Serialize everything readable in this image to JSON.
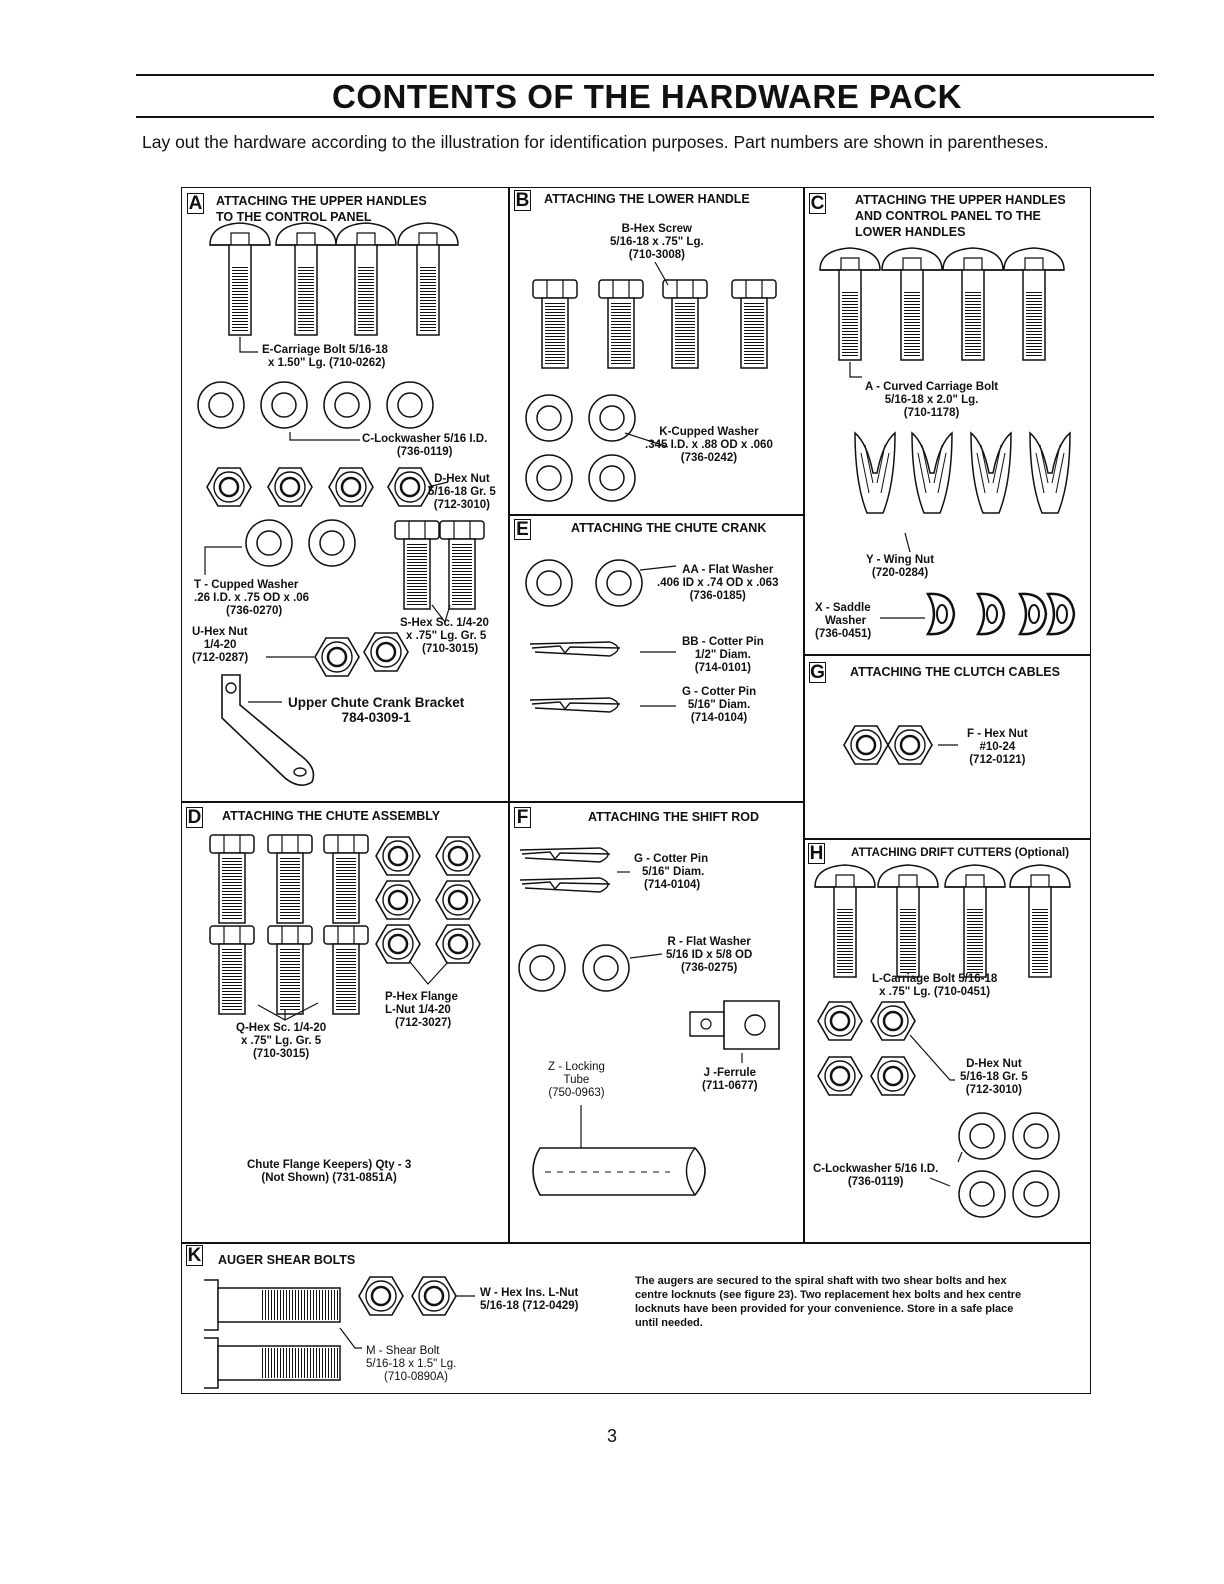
{
  "page": {
    "title": "CONTENTS OF THE HARDWARE PACK",
    "intro": "Lay out the hardware according to the illustration for identification purposes. Part numbers are shown in parentheses.",
    "page_number": "3"
  },
  "sections": {
    "A": {
      "letter": "A",
      "title": [
        "ATTACHING THE UPPER HANDLES",
        "TO THE CONTROL PANEL"
      ],
      "labels": {
        "e_bolt": [
          "E-Carriage Bolt 5/16-18",
          "x 1.50\" Lg. (710-0262)"
        ],
        "c_lock": [
          "C-Lockwasher 5/16 I.D.",
          "(736-0119)"
        ],
        "d_nut": [
          "D-Hex Nut",
          "5/16-18 Gr. 5",
          "(712-3010)"
        ],
        "t_washer": [
          "T - Cupped  Washer",
          ".26 I.D. x .75 OD x .06",
          "(736-0270)"
        ],
        "s_screw": [
          "S-Hex  Sc. 1/4-20",
          "x .75\" Lg. Gr. 5",
          "(710-3015)"
        ],
        "u_nut": [
          "U-Hex Nut",
          "1/4-20",
          "(712-0287)"
        ],
        "bracket": [
          "Upper Chute Crank Bracket",
          "784-0309-1"
        ]
      }
    },
    "B": {
      "letter": "B",
      "title": [
        "ATTACHING THE LOWER HANDLE"
      ],
      "labels": {
        "b_screw": [
          "B-Hex Screw",
          "5/16-18 x .75\" Lg.",
          "(710-3008)"
        ],
        "k_washer": [
          "K-Cupped  Washer",
          ".345 I.D. x .88 OD x .060",
          "(736-0242)"
        ]
      }
    },
    "C": {
      "letter": "C",
      "title": [
        "ATTACHING THE UPPER HANDLES",
        "AND CONTROL PANEL TO THE",
        "LOWER HANDLES"
      ],
      "labels": {
        "a_bolt": [
          "A - Curved Carriage Bolt",
          "5/16-18 x 2.0\" Lg.",
          "(710-1178)"
        ],
        "y_nut": [
          "Y - Wing Nut",
          "(720-0284)"
        ],
        "x_washer": [
          "X - Saddle",
          "Washer",
          "(736-0451)"
        ]
      }
    },
    "D": {
      "letter": "D",
      "title": [
        "ATTACHING THE CHUTE ASSEMBLY"
      ],
      "labels": {
        "p_nut": [
          "P-Hex Flange",
          "L-Nut 1/4-20",
          "(712-3027)"
        ],
        "q_screw": [
          "Q-Hex Sc. 1/4-20",
          "x .75\" Lg. Gr. 5",
          "(710-3015)"
        ],
        "keepers": [
          "Chute Flange Keepers) Qty - 3",
          "(Not Shown) (731-0851A)"
        ]
      }
    },
    "E": {
      "letter": "E",
      "title": [
        "ATTACHING THE CHUTE CRANK"
      ],
      "labels": {
        "aa_washer": [
          "AA - Flat Washer",
          ".406 ID x .74 OD x .063",
          "(736-0185)"
        ],
        "bb_pin": [
          "BB - Cotter Pin",
          "1/2\" Diam.",
          "(714-0101)"
        ],
        "g_pin": [
          "G - Cotter Pin",
          "5/16\" Diam.",
          "(714-0104)"
        ]
      }
    },
    "F": {
      "letter": "F",
      "title": [
        "ATTACHING THE SHIFT ROD"
      ],
      "labels": {
        "g_pin": [
          "G - Cotter Pin",
          "5/16\" Diam.",
          "(714-0104)"
        ],
        "r_washer": [
          "R - Flat Washer",
          "5/16 ID x 5/8 OD",
          "(736-0275)"
        ],
        "z_tube": [
          "Z - Locking",
          "Tube",
          "(750-0963)"
        ],
        "j_ferrule": [
          "J -Ferrule",
          "(711-0677)"
        ]
      }
    },
    "G": {
      "letter": "G",
      "title": [
        "ATTACHING THE CLUTCH CABLES"
      ],
      "labels": {
        "f_nut": [
          "F - Hex Nut",
          "#10-24",
          "(712-0121)"
        ]
      }
    },
    "H": {
      "letter": "H",
      "title": [
        "ATTACHING DRIFT CUTTERS (Optional)"
      ],
      "labels": {
        "l_bolt": [
          "L-Carriage Bolt 5/16-18",
          "x  .75\" Lg. (710-0451)"
        ],
        "d_nut": [
          "D-Hex Nut",
          "5/16-18 Gr. 5",
          "(712-3010)"
        ],
        "c_lock": [
          "C-Lockwasher 5/16 I.D.",
          "(736-0119)"
        ]
      }
    },
    "K": {
      "letter": "K",
      "title": [
        "AUGER SHEAR BOLTS"
      ],
      "labels": {
        "w_nut": [
          "W - Hex Ins. L-Nut",
          "5/16-18 (712-0429)"
        ],
        "m_bolt": [
          "M - Shear Bolt",
          "5/16-18 x 1.5\" Lg.",
          "(710-0890A)"
        ]
      },
      "note": "The augers are secured to the spiral shaft with two shear bolts and hex centre locknuts (see figure 23). Two replacement hex bolts and hex centre locknuts have been provided for your convenience. Store in a safe place until needed."
    }
  }
}
